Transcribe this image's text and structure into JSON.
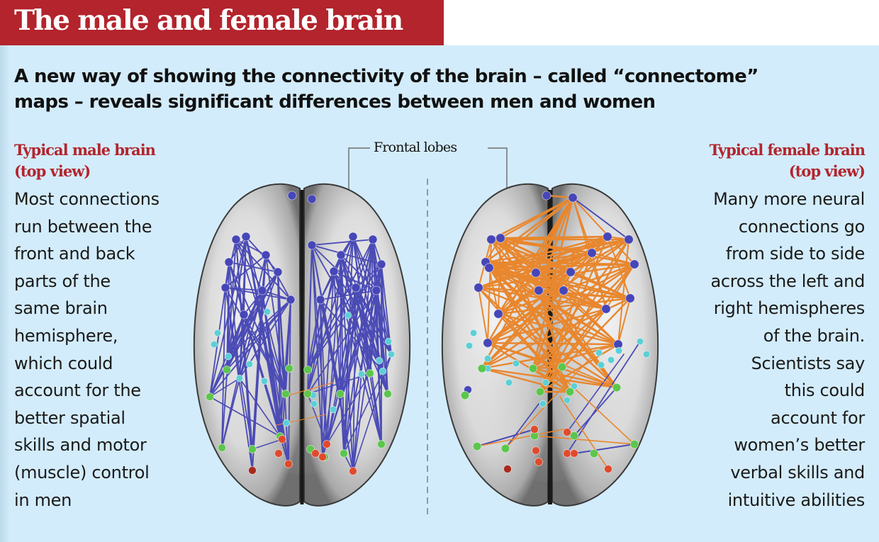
{
  "header": {
    "title": "The male and female brain",
    "title_bar_color": "#b3242d"
  },
  "subtitle": {
    "line1": "A new way of showing the connectivity of the brain – called “connectome”",
    "line2": "maps – reveals significant differences between men and women"
  },
  "annotation": {
    "frontal_lobes": "Frontal lobes"
  },
  "male_panel": {
    "heading_line1": "Typical male brain",
    "heading_line2": "(top view)",
    "body_lines": [
      "Most connections",
      "run between the",
      "front and back",
      "parts of the",
      "same brain",
      "hemisphere,",
      "which could",
      "account for the",
      "better spatial",
      "skills and motor",
      "(muscle) control",
      "in men"
    ],
    "dominant_connection": "intra-hemispheric (front-to-back)",
    "connection_color": "#4b4bb5"
  },
  "female_panel": {
    "heading_line1": "Typical female brain",
    "heading_line2": "(top view)",
    "body_lines": [
      "Many more neural",
      "connections go",
      "from side to side",
      "across the left and",
      "right hemispheres",
      "of the brain.",
      "Scientists say",
      "this could",
      "account for",
      "women’s better",
      "verbal skills and",
      "intuitive abilities"
    ],
    "dominant_connection": "inter-hemispheric (side-to-side)",
    "connection_color": "#e8872e"
  },
  "colors": {
    "background": "#d3ecfb",
    "intra_connection": "#4b4bb5",
    "inter_connection": "#e8872e",
    "node_blue": "#4646b8",
    "node_cyan": "#5ccfd6",
    "node_green": "#5cc64d",
    "node_red": "#e04a2c"
  }
}
